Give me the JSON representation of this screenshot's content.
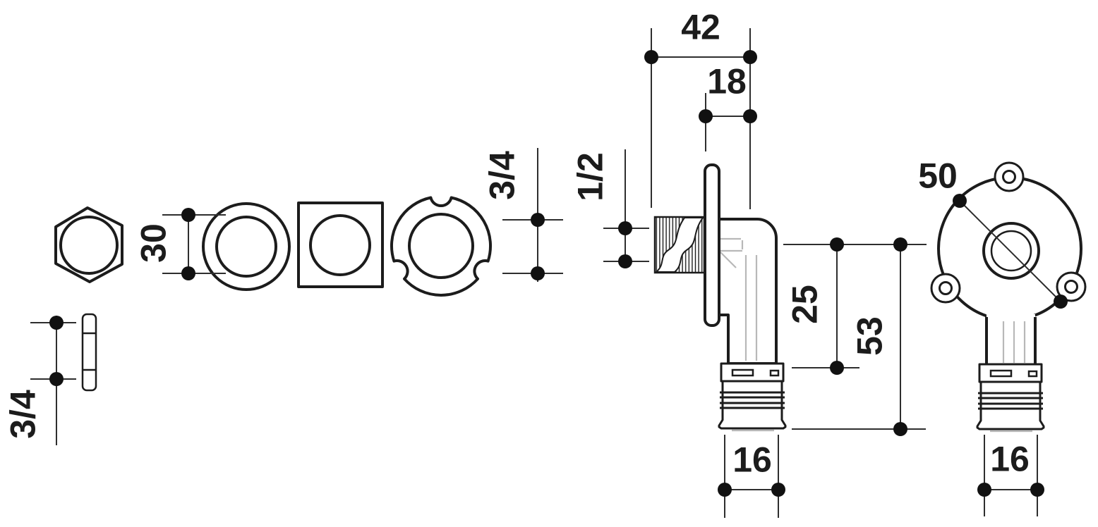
{
  "colors": {
    "line": "#1c1c1c",
    "dim": "#2e2e2e",
    "hidden": "#b8b8b8",
    "dot": "#111111",
    "background": "#ffffff"
  },
  "labels": {
    "dim_30": "30",
    "dim_34_ring": "3/4",
    "dim_34_gasket": "3/4",
    "dim_12_thread": "1/2",
    "dim_42": "42",
    "dim_18": "18",
    "dim_25": "25",
    "dim_53": "53",
    "dim_16_left": "16",
    "dim_50": "50",
    "dim_16_right": "16"
  }
}
